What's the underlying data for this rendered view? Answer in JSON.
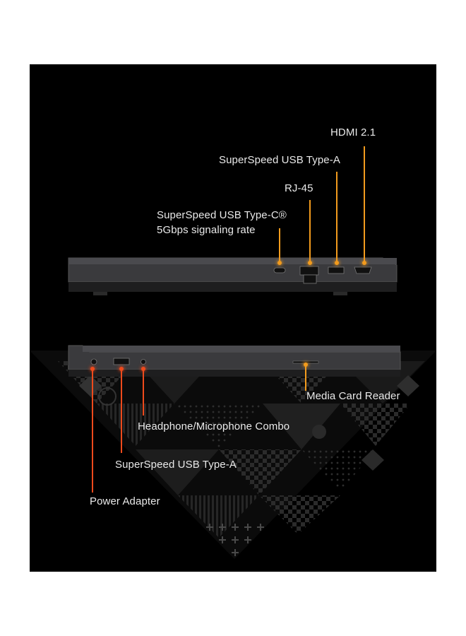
{
  "colors": {
    "background": "#000000",
    "label_text": "#e9e9e9",
    "leader_orange": "#f29b1d",
    "leader_red": "#ee4a1c",
    "chassis": "#3a3a3d"
  },
  "rear_view": {
    "ports": [
      {
        "label": "HDMI 2.1"
      },
      {
        "label": "SuperSpeed USB Type-A"
      },
      {
        "label": "RJ-45"
      },
      {
        "label_line1": "SuperSpeed USB Type-C®",
        "label_line2": "5Gbps signaling rate"
      }
    ]
  },
  "side_view": {
    "ports": [
      {
        "label": "Media Card Reader"
      },
      {
        "label": "Headphone/Microphone Combo"
      },
      {
        "label": "SuperSpeed USB Type-A"
      },
      {
        "label": "Power Adapter"
      }
    ]
  },
  "icons": {
    "pattern": "geometric-triangle-pattern",
    "plus": "plus-grid-icon"
  }
}
